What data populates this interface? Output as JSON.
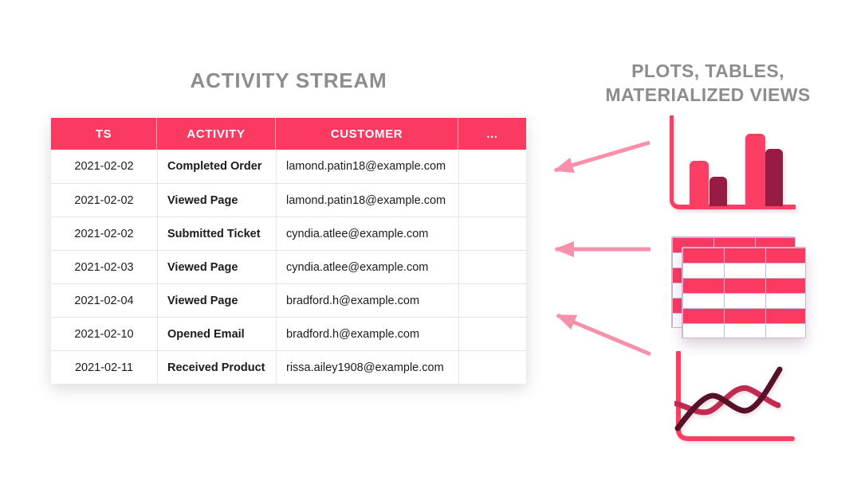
{
  "diagram": {
    "left": {
      "title": "ACTIVITY STREAM",
      "table": {
        "columns": [
          "TS",
          "ACTIVITY",
          "CUSTOMER",
          "..."
        ],
        "rows": [
          {
            "ts": "2021-02-02",
            "activity": "Completed Order",
            "customer": "lamond.patin18@example.com",
            "more": ""
          },
          {
            "ts": "2021-02-02",
            "activity": "Viewed Page",
            "customer": "lamond.patin18@example.com",
            "more": ""
          },
          {
            "ts": "2021-02-02",
            "activity": "Submitted Ticket",
            "customer": "cyndia.atlee@example.com",
            "more": ""
          },
          {
            "ts": "2021-02-03",
            "activity": "Viewed Page",
            "customer": "cyndia.atlee@example.com",
            "more": ""
          },
          {
            "ts": "2021-02-04",
            "activity": "Viewed Page",
            "customer": "bradford.h@example.com",
            "more": ""
          },
          {
            "ts": "2021-02-10",
            "activity": "Opened Email",
            "customer": "bradford.h@example.com",
            "more": ""
          },
          {
            "ts": "2021-02-11",
            "activity": "Received Product",
            "customer": "rissa.ailey1908@example.com",
            "more": ""
          }
        ]
      }
    },
    "right": {
      "title_line1": "PLOTS, TABLES,",
      "title_line2": "MATERIALIZED VIEWS",
      "icons": [
        {
          "name": "bar-chart-icon",
          "type": "bar",
          "bar_relative_heights": [
            0.49,
            0.32,
            0.78,
            0.62
          ],
          "bar_colors": [
            "#fc3e64",
            "#961c44",
            "#fc3e64",
            "#961c44"
          ]
        },
        {
          "name": "stacked-tables-icon",
          "type": "table",
          "tables": 2,
          "columns": 3,
          "rows": 6,
          "stripe_colors": [
            "#fb3a61",
            "#ffffff"
          ]
        },
        {
          "name": "line-chart-icon",
          "type": "line",
          "series_colors": [
            "#c12b52",
            "#571229"
          ]
        }
      ]
    },
    "arrows": {
      "count": 3,
      "direction": "right-to-left",
      "color": "#f990a9"
    },
    "colors": {
      "accent_pink": "#fb3a61",
      "icon_pink": "#fc3e64",
      "maroon": "#961c44",
      "dark_line": "#571229",
      "crimson_line": "#c12b52",
      "arrow_pink": "#f990a9",
      "title_gray": "#8d8d90",
      "row_border": "#e4e4e7",
      "table_icon_border": "#c9b6d4"
    }
  }
}
